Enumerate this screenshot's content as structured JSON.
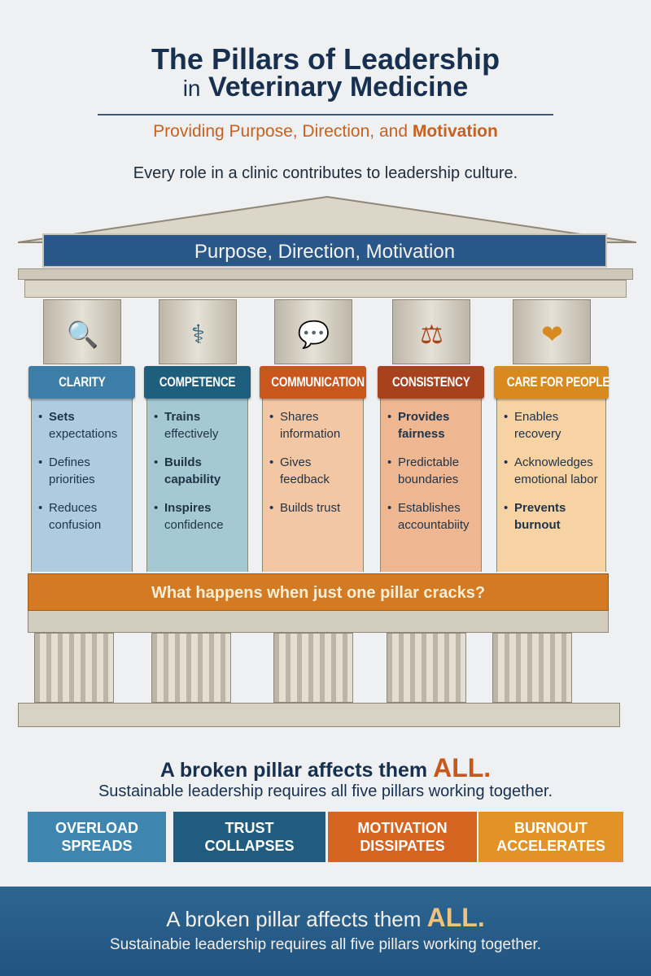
{
  "title": {
    "line1": "The Pillars of Leadership",
    "line2_prefix": "in",
    "line2_main": "Veterinary Medicine"
  },
  "subtitle": {
    "main": "Providing Purpose, Direction, and",
    "emph": "Motivation"
  },
  "tagline": "Every role in a clinic contributes to leadership culture.",
  "banner": "Purpose, Direction, Motivation",
  "pillars": [
    {
      "name": "CLARITY",
      "icon": "magnifier-icon",
      "glyph": "🔍",
      "header_color": "#3d7ea8",
      "body_color": "#afcbe0",
      "items": [
        {
          "bold": "Sets",
          "rest": "expectations"
        },
        {
          "bold": "",
          "rest": "Defines priorities"
        },
        {
          "bold": "",
          "rest": "Reduces confusion"
        }
      ]
    },
    {
      "name": "COMPETENCE",
      "icon": "caduceus-icon",
      "glyph": "⚕",
      "header_color": "#1f5f7e",
      "body_color": "#a5c9d3",
      "items": [
        {
          "bold": "Trains",
          "rest": "effectively"
        },
        {
          "bold": "Builds capability",
          "rest": ""
        },
        {
          "bold": "Inspires",
          "rest": "confidence"
        }
      ]
    },
    {
      "name": "COMMUNICATION",
      "icon": "speech-bubble-icon",
      "glyph": "💬",
      "header_color": "#c9561c",
      "body_color": "#f3c7a3",
      "items": [
        {
          "bold": "",
          "rest": "Shares information"
        },
        {
          "bold": "",
          "rest": "Gives feedback"
        },
        {
          "bold": "",
          "rest": "Builds trust"
        }
      ]
    },
    {
      "name": "CONSISTENCY",
      "icon": "scales-icon",
      "glyph": "⚖",
      "header_color": "#a8421e",
      "body_color": "#efb791",
      "items": [
        {
          "bold": "Provides fairness",
          "rest": ""
        },
        {
          "bold": "",
          "rest": "Predictable boundaries"
        },
        {
          "bold": "",
          "rest": "Establishes accountabiity"
        }
      ]
    },
    {
      "name": "CARE FOR PEOPLE",
      "icon": "heart-icon",
      "glyph": "❤",
      "header_color": "#d98a1e",
      "body_color": "#f7d2a2",
      "items": [
        {
          "bold": "",
          "rest": "Enables recovery"
        },
        {
          "bold": "",
          "rest": "Acknowledges emotional labor"
        },
        {
          "bold": "Prevents burnout",
          "rest": ""
        }
      ]
    }
  ],
  "crack_question": "What happens when just one pillar cracks?",
  "summary": {
    "line1": "A broken pillar  affects them",
    "all": "ALL.",
    "line2": "Sustainable leadership requires all five pillars working together."
  },
  "effects": [
    {
      "line1": "OVERLOAD",
      "line2": "SPREADS",
      "color": "#3e86b0"
    },
    {
      "line1": "TRUST",
      "line2": "COLLAPSES",
      "color": "#1f5c80"
    },
    {
      "line1": "MOTIVATION",
      "line2": "DISSIPATES",
      "color": "#d4641f"
    },
    {
      "line1": "BURNOUT",
      "line2": "ACCELERATES",
      "color": "#e19327"
    }
  ],
  "footer": {
    "line1": "A broken pillar affects them",
    "all": "ALL.",
    "line2": "Sustainabie leadership requires all five pillars working together."
  }
}
